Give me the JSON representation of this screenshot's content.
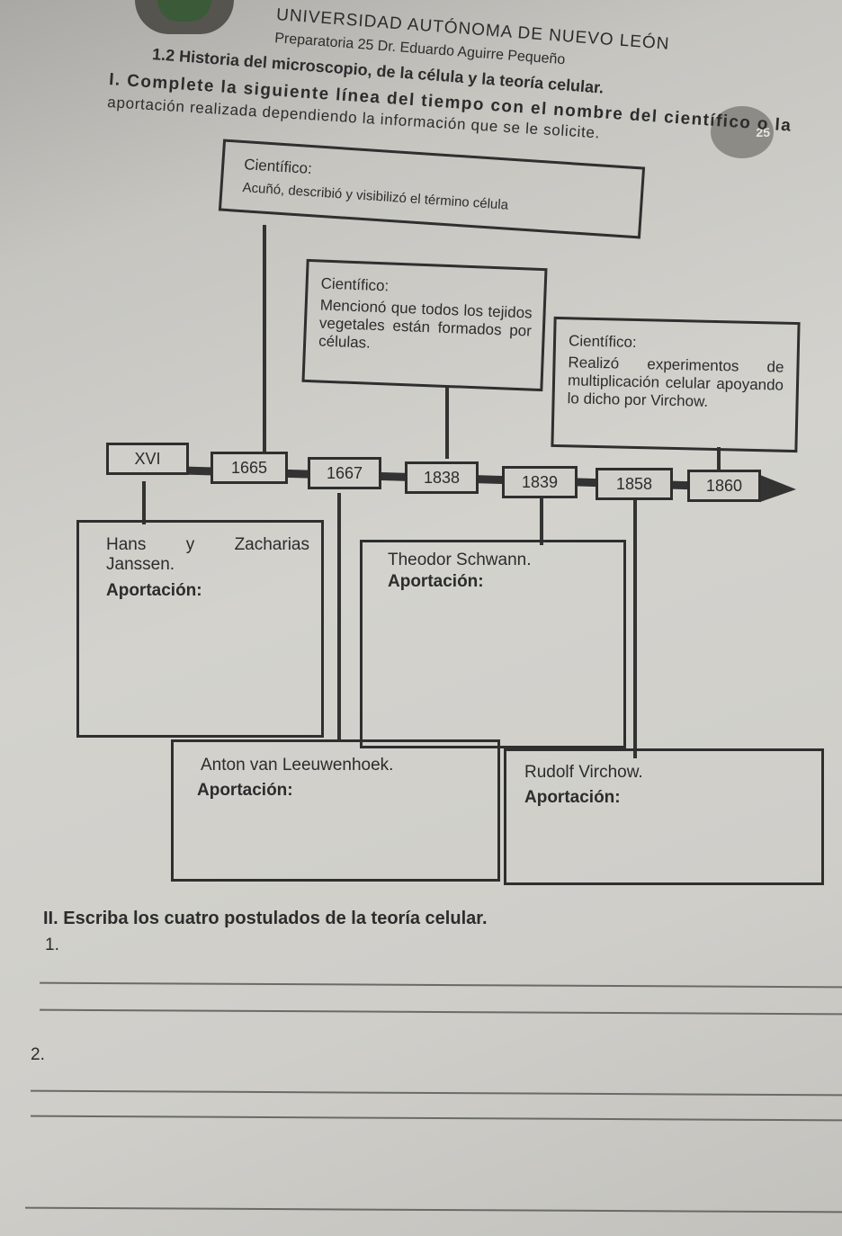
{
  "header": {
    "university": "UNIVERSIDAD AUTÓNOMA DE NUEVO LEÓN",
    "school": "Preparatoria 25 Dr. Eduardo Aguirre Pequeño",
    "section_title": "1.2 Historia del microscopio, de la célula y la teoría celular.",
    "instruction_line1": "I. Complete la siguiente línea del tiempo con el nombre del científico o la",
    "instruction_line2": "aportación realizada dependiendo la información que se le solicite.",
    "seal_text": "25"
  },
  "timeline": {
    "years": [
      "XVI",
      "1665",
      "1667",
      "1838",
      "1839",
      "1858",
      "1860"
    ],
    "top_boxes": [
      {
        "title": "Científico:",
        "text": "Acuñó, describió y visibilizó el término célula"
      },
      {
        "title": "Científico:",
        "text": "Mencionó que todos los tejidos vegetales están formados por células."
      },
      {
        "title": "Científico:",
        "text": "Realizó experimentos de multiplicación celular apoyando lo dicho por Virchow."
      }
    ],
    "bottom_boxes": [
      {
        "name": "Hans y Zacharias Janssen.",
        "label": "Aportación:"
      },
      {
        "name": "Theodor Schwann.",
        "label": "Aportación:"
      },
      {
        "name": "Anton van Leeuwenhoek.",
        "label": "Aportación:"
      },
      {
        "name": "Rudolf Virchow.",
        "label": "Aportación:"
      }
    ]
  },
  "section2": {
    "title": "II. Escriba los cuatro postulados de la teoría celular.",
    "items": [
      "1.",
      "2."
    ]
  }
}
